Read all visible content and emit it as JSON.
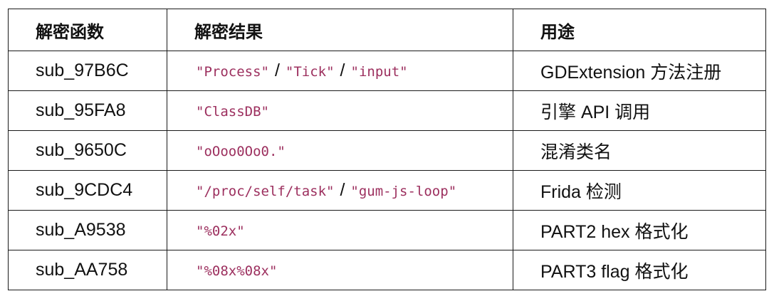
{
  "table": {
    "headers": [
      "解密函数",
      "解密结果",
      "用途"
    ],
    "rows": [
      {
        "func": "sub_97B6C",
        "results": [
          "\"Process\"",
          "\"Tick\"",
          "\"input\""
        ],
        "purpose": "GDExtension 方法注册"
      },
      {
        "func": "sub_95FA8",
        "results": [
          "\"ClassDB\""
        ],
        "purpose": "引擎 API 调用"
      },
      {
        "func": "sub_9650C",
        "results": [
          "\"oOoo0Oo0.\""
        ],
        "purpose": "混淆类名"
      },
      {
        "func": "sub_9CDC4",
        "results": [
          "\"/proc/self/task\"",
          "\"gum-js-loop\""
        ],
        "purpose": "Frida 检测"
      },
      {
        "func": "sub_A9538",
        "results": [
          "\"%02x\""
        ],
        "purpose": "PART2 hex 格式化"
      },
      {
        "func": "sub_AA758",
        "results": [
          "\"%08x%08x\""
        ],
        "purpose": "PART3 flag 格式化"
      }
    ],
    "separator": "/",
    "colors": {
      "code": "#9c2f5e",
      "text": "#111111",
      "border": "#1a1a1a"
    }
  }
}
